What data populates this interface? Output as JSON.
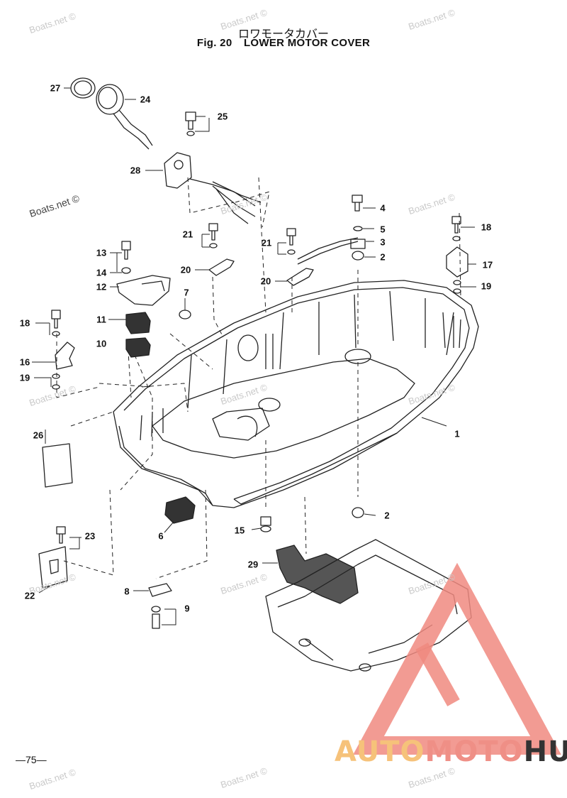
{
  "title": {
    "japanese": "ロワモータカバー",
    "figure": "Fig. 20",
    "english": "LOWER MOTOR COVER"
  },
  "page_number": "—75—",
  "watermark": "Boats.net ©",
  "logo": {
    "part1": "AUTO",
    "part2": "MOTO",
    "part3": "HUB"
  },
  "callouts": [
    "27",
    "24",
    "25",
    "28",
    "4",
    "5",
    "3",
    "2",
    "18",
    "17",
    "19",
    "21",
    "21",
    "20",
    "20",
    "13",
    "14",
    "12",
    "7",
    "11",
    "10",
    "18",
    "16",
    "19",
    "1",
    "26",
    "6",
    "23",
    "2",
    "15",
    "29",
    "22",
    "8",
    "9"
  ]
}
